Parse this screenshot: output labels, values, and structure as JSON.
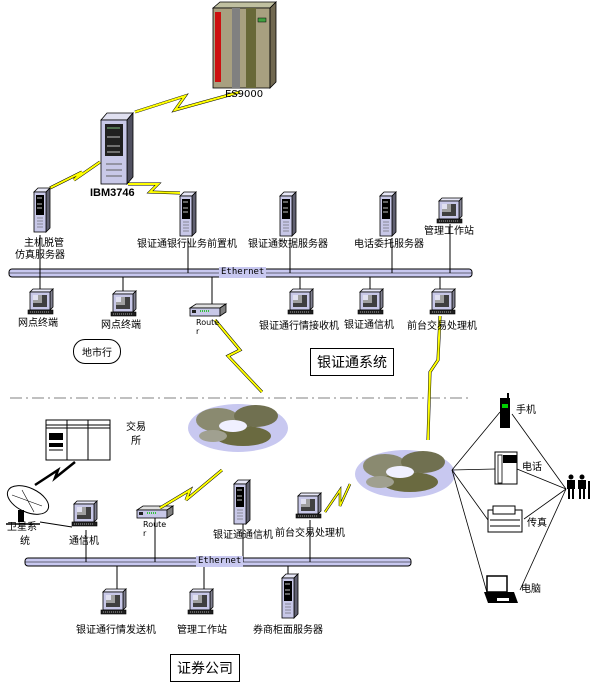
{
  "colors": {
    "bus_fill": "#c8c8f0",
    "lightning": "#ffff00",
    "mainframe_red": "#cc1010",
    "mainframe_body": "#a8a080",
    "server_body": "#c8c8e8",
    "cloud_light": "#c8c8f0",
    "cloud_dark": "#6a6a40",
    "divider": "#808080"
  },
  "top_section": {
    "mainframe": {
      "label": "ES9000",
      "icon": "mainframe-icon"
    },
    "fep": {
      "label": "IBM3746",
      "icon": "server-tower-icon"
    },
    "servers": [
      {
        "label_line1": "主机脱管",
        "label_line2": "仿真服务器",
        "icon": "server-icon"
      },
      {
        "label_line1": "银证通银行业务前置机",
        "icon": "server-icon"
      },
      {
        "label_line1": "银证通数据服务器",
        "icon": "server-icon"
      },
      {
        "label_line1": "电话委托服务器",
        "icon": "server-icon"
      },
      {
        "label_line1": "管理工作站",
        "icon": "workstation-icon"
      }
    ],
    "bus_label": "Ethernet",
    "clients": [
      {
        "label": "网点终端",
        "icon": "workstation-icon"
      },
      {
        "label": "网点终端",
        "icon": "workstation-icon"
      },
      {
        "label": "Route r",
        "icon": "router-icon"
      },
      {
        "label": "银证通行情接收机",
        "icon": "workstation-icon"
      },
      {
        "label": "银证通信机",
        "icon": "workstation-icon"
      },
      {
        "label": "前台交易处理机",
        "icon": "workstation-icon"
      }
    ],
    "branch_label": "地市行",
    "system_label": "银证通系统"
  },
  "bottom_section": {
    "exchange_label_line1": "交易",
    "exchange_label_line2": "所",
    "satellite_label_line1": "卫星系",
    "satellite_label_line2": "统",
    "nodes": [
      {
        "label": "通信机",
        "icon": "workstation-icon"
      },
      {
        "label": "Route r",
        "icon": "router-icon"
      },
      {
        "label": "银证通通信机",
        "icon": "server-icon"
      },
      {
        "label": "前台交易处理机",
        "icon": "workstation-icon"
      }
    ],
    "bus_label": "Ethernet",
    "clients": [
      {
        "label": "银证通行情发送机",
        "icon": "workstation-icon"
      },
      {
        "label": "管理工作站",
        "icon": "workstation-icon"
      },
      {
        "label": "券商柜面服务器",
        "icon": "server-icon"
      }
    ],
    "company_label": "证券公司"
  },
  "access_devices": [
    {
      "label": "手机",
      "icon": "mobile-phone-icon"
    },
    {
      "label": "电话",
      "icon": "telephone-icon"
    },
    {
      "label": "传真",
      "icon": "fax-icon"
    },
    {
      "label": "电脑",
      "icon": "laptop-icon"
    }
  ],
  "users_icon": "people-icon"
}
